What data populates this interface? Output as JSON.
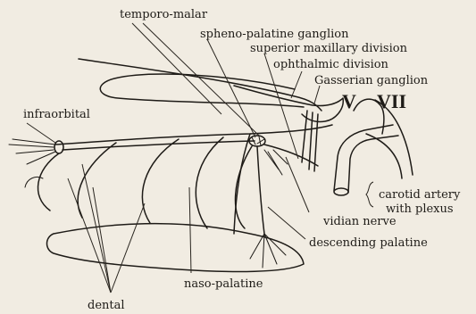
{
  "labels": {
    "temporo_malar": "temporo-malar",
    "spheno_palatine": "spheno-palatine ganglion",
    "superior_maxillary": "superior maxillary division",
    "ophthalmic": "ophthalmic division",
    "gasserian": "Gasserian ganglion",
    "roman_v": "V",
    "roman_vii": "VII",
    "infraorbital": "infraorbital",
    "carotid_line1": "carotid artery",
    "carotid_line2": "with plexus",
    "vidian": "vidian nerve",
    "descending_palatine": "descending palatine",
    "naso_palatine": "naso-palatine",
    "dental": "dental"
  },
  "colors": {
    "paper": "#f1ece2",
    "ink": "#1e1b17"
  }
}
